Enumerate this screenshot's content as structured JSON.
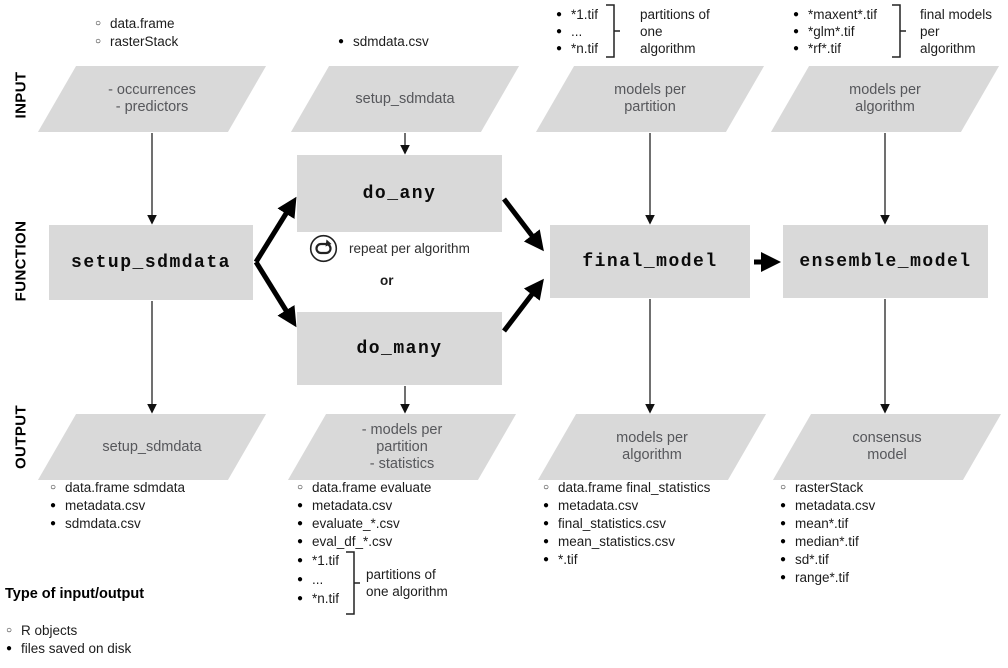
{
  "row_labels": {
    "input": "INPUT",
    "function": "FUNCTION",
    "output": "OUTPUT"
  },
  "functions": {
    "setup_sdmdata": "setup_sdmdata",
    "do_any": "do_any",
    "do_many": "do_many",
    "final_model": "final_model",
    "ensemble_model": "ensemble_model"
  },
  "center": {
    "repeat_note": "repeat per algorithm",
    "or_label": "or"
  },
  "colors": {
    "shape_fill": "#d9d9d9",
    "shape_text": "#56575b",
    "arrow": "#000000"
  },
  "col1": {
    "notes": [
      {
        "bullet": "○",
        "label": "data.frame"
      },
      {
        "bullet": "○",
        "label": "rasterStack"
      }
    ],
    "input_shape": {
      "line1": "- occurrences",
      "line2": "- predictors"
    },
    "output_shape": {
      "line1": "setup_sdmdata"
    },
    "outputs": [
      {
        "bullet": "○",
        "label": "data.frame sdmdata"
      },
      {
        "bullet": "●",
        "label": "metadata.csv"
      },
      {
        "bullet": "●",
        "label": "sdmdata.csv"
      }
    ]
  },
  "col2": {
    "notes": [
      {
        "bullet": "●",
        "label": "sdmdata.csv"
      }
    ],
    "input_shape": {
      "line1": "setup_sdmdata"
    },
    "output_shape": {
      "line1": "- models per",
      "line2": "partition",
      "line3": "- statistics"
    },
    "outputs": [
      {
        "bullet": "○",
        "label": "data.frame evaluate"
      },
      {
        "bullet": "●",
        "label": "metadata.csv"
      },
      {
        "bullet": "●",
        "label": "evaluate_*.csv"
      },
      {
        "bullet": "●",
        "label": "eval_df_*.csv"
      }
    ],
    "tif_group": {
      "items": [
        {
          "bullet": "●",
          "label": "*1.tif"
        },
        {
          "bullet": "●",
          "label": "..."
        },
        {
          "bullet": "●",
          "label": "*n.tif"
        }
      ],
      "note": {
        "line1": "partitions of",
        "line2": "one algorithm"
      }
    }
  },
  "col3": {
    "tif_group": {
      "items": [
        {
          "bullet": "●",
          "label": "*1.tif"
        },
        {
          "bullet": "●",
          "label": "..."
        },
        {
          "bullet": "●",
          "label": "*n.tif"
        }
      ],
      "note": {
        "line1": "partitions of",
        "line2": "one",
        "line3": "algorithm"
      }
    },
    "input_shape": {
      "line1": "models per",
      "line2": "partition"
    },
    "output_shape": {
      "line1": "models per",
      "line2": "algorithm"
    },
    "outputs": [
      {
        "bullet": "○",
        "label": "data.frame final_statistics"
      },
      {
        "bullet": "●",
        "label": "metadata.csv"
      },
      {
        "bullet": "●",
        "label": "final_statistics.csv"
      },
      {
        "bullet": "●",
        "label": "mean_statistics.csv"
      },
      {
        "bullet": "●",
        "label": "*.tif"
      }
    ]
  },
  "col4": {
    "tif_group": {
      "items": [
        {
          "bullet": "●",
          "label": "*maxent*.tif"
        },
        {
          "bullet": "●",
          "label": "*glm*.tif"
        },
        {
          "bullet": "●",
          "label": "*rf*.tif"
        }
      ],
      "note": {
        "line1": "final models",
        "line2": "per",
        "line3": "algorithm"
      }
    },
    "input_shape": {
      "line1": "models per",
      "line2": "algorithm"
    },
    "output_shape": {
      "line1": "consensus",
      "line2": "model"
    },
    "outputs": [
      {
        "bullet": "○",
        "label": "rasterStack"
      },
      {
        "bullet": "●",
        "label": "metadata.csv"
      },
      {
        "bullet": "●",
        "label": "mean*.tif"
      },
      {
        "bullet": "●",
        "label": "median*.tif"
      },
      {
        "bullet": "●",
        "label": "sd*.tif"
      },
      {
        "bullet": "●",
        "label": "range*.tif"
      }
    ]
  },
  "legend": {
    "title": "Type of input/output",
    "items": [
      {
        "bullet": "○",
        "label": "R objects"
      },
      {
        "bullet": "●",
        "label": "files saved on disk"
      }
    ]
  }
}
